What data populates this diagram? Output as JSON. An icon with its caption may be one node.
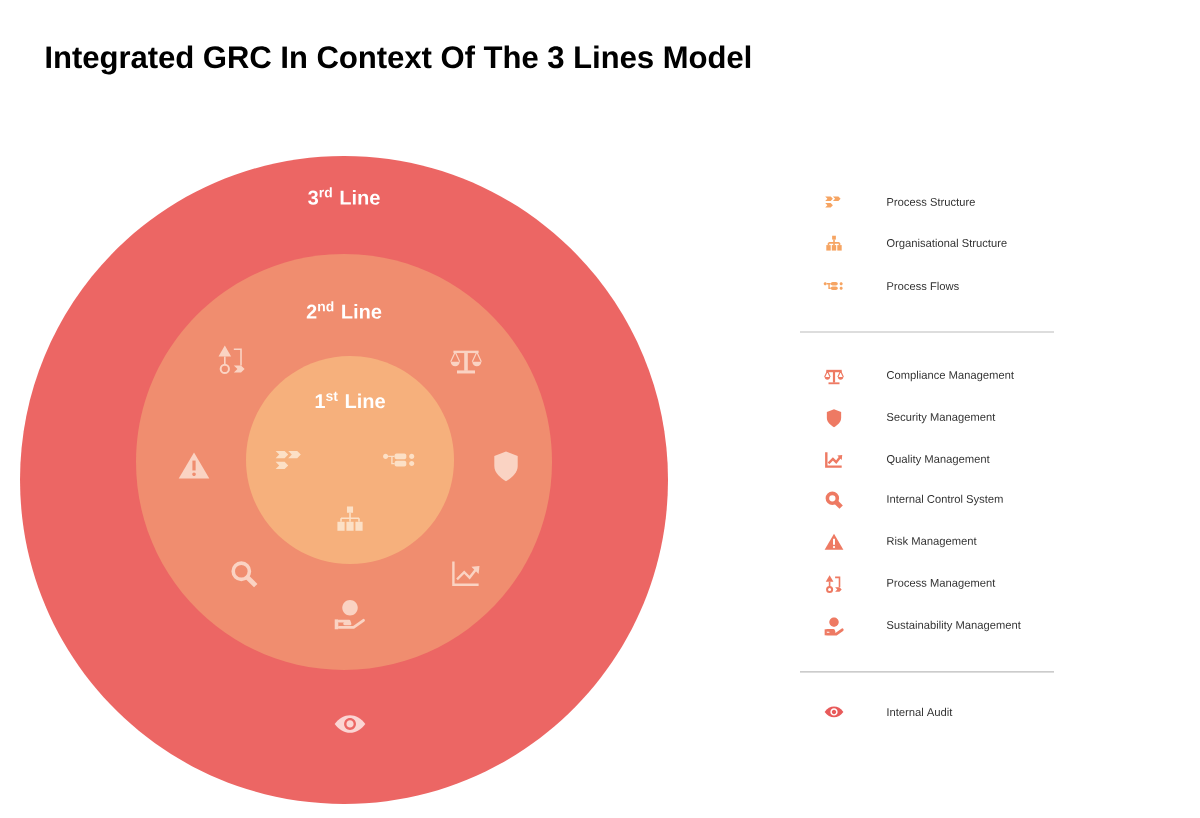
{
  "diagram": {
    "title": "Integrated GRC In Context Of The 3 Lines Model",
    "nodes": [
      {
        "text": [
          "3$^{rd}$ Line"
        ]
      },
      {
        "text": [
          "2$^{nd}$ Line"
        ],
        "in": 0
      },
      {
        "text": [
          "1$^{st}$ Line"
        ],
        "in": 1
      }
    ],
    "legend": [
      {
        "text": "Process Structure"
      },
      {
        "text": "Organisational Structure"
      },
      {
        "text": "Process Flows"
      },
      {
        "text": "Compliance Management"
      },
      {
        "text": "Security Management"
      },
      {
        "text": "Quality Management"
      },
      {
        "text": "Internal Control System"
      },
      {
        "text": "Risk Management"
      },
      {
        "text": "Process Management"
      },
      {
        "text": "Sustainability Management"
      },
      {
        "text": "Internal Audit"
      }
    ]
  }
}
